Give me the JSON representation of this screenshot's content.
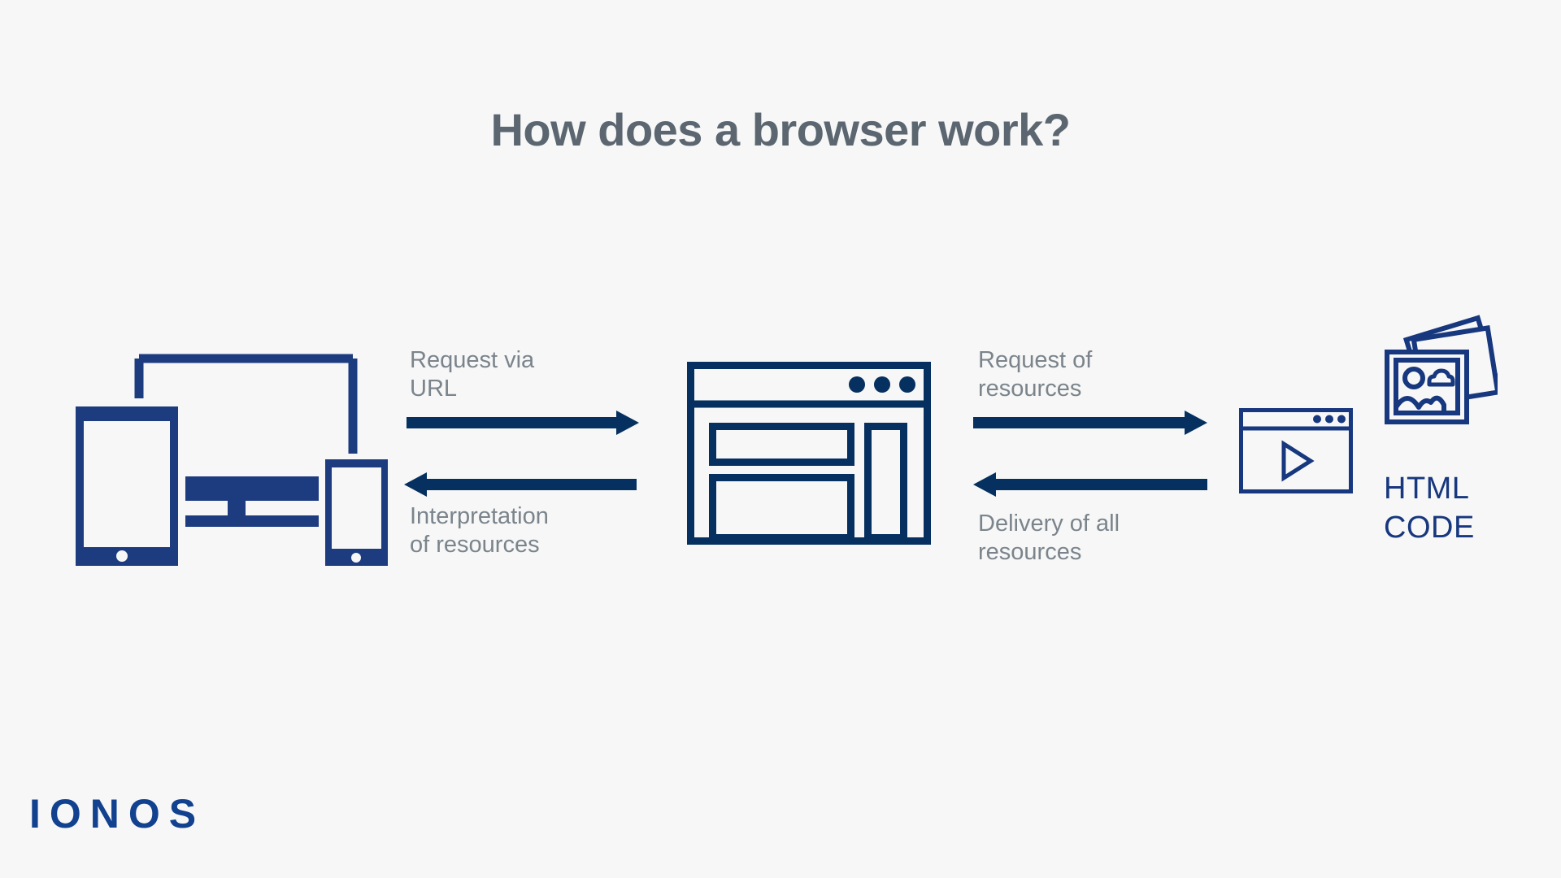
{
  "page": {
    "title": "How does a browser work?",
    "background_color": "#f6f7f6",
    "title_color": "#5b6670",
    "accent_color": "#1d3c80",
    "label_color": "#7b848c",
    "brand_color": "#11418f"
  },
  "flow": {
    "nodes": [
      {
        "id": "devices",
        "icon_name": "devices-icon",
        "caption": ""
      },
      {
        "id": "browser",
        "icon_name": "browser-window-icon",
        "caption": ""
      },
      {
        "id": "video",
        "icon_name": "video-player-window-icon",
        "caption": ""
      },
      {
        "id": "photos",
        "icon_name": "photo-stack-icon",
        "caption": "HTML\nCODE"
      }
    ],
    "arrows": [
      {
        "id": "request-url",
        "direction": "right",
        "label": "Request via\nURL"
      },
      {
        "id": "interpretation",
        "direction": "left",
        "label": "Interpretation\nof resources"
      },
      {
        "id": "request-resources",
        "direction": "right",
        "label": "Request of\nresources"
      },
      {
        "id": "delivery",
        "direction": "left",
        "label": "Delivery of all\nresources"
      }
    ]
  },
  "labels": {
    "request_via_url": "Request via\nURL",
    "interpretation_of_resources": "Interpretation\nof resources",
    "request_of_resources": "Request of\nresources",
    "delivery_of_all_resources": "Delivery of all\nresources",
    "html_code": "HTML\nCODE"
  },
  "footer": {
    "logo_text": "IONOS"
  }
}
